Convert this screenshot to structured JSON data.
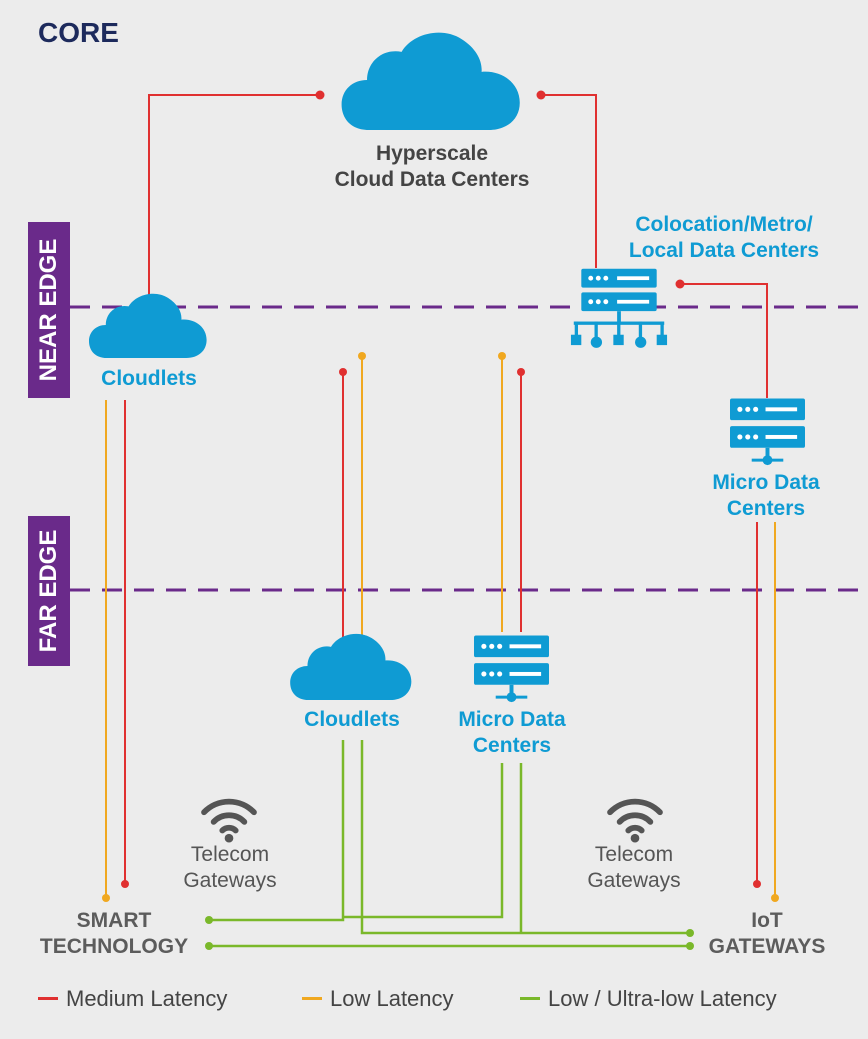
{
  "title": "CORE",
  "bands": {
    "near_edge": "NEAR EDGE",
    "far_edge": "FAR EDGE"
  },
  "nodes": {
    "hyperscale": {
      "line1": "Hyperscale",
      "line2": "Cloud Data Centers",
      "icon": "cloud-icon"
    },
    "colocation": {
      "line1": "Colocation/Metro/",
      "line2": "Local Data Centers",
      "icon": "server-network-icon"
    },
    "cloudlets_near": {
      "label": "Cloudlets",
      "icon": "cloud-icon"
    },
    "micro_near": {
      "line1": "Micro Data",
      "line2": "Centers",
      "icon": "server-icon"
    },
    "cloudlets_far": {
      "label": "Cloudlets",
      "icon": "cloud-icon"
    },
    "micro_far": {
      "line1": "Micro Data",
      "line2": "Centers",
      "icon": "server-icon"
    },
    "telecom_left": {
      "line1": "Telecom",
      "line2": "Gateways",
      "icon": "wifi-icon"
    },
    "telecom_right": {
      "line1": "Telecom",
      "line2": "Gateways",
      "icon": "wifi-icon"
    },
    "smart_tech": {
      "line1": "SMART",
      "line2": "TECHNOLOGY"
    },
    "iot": {
      "line1": "IoT",
      "line2": "GATEWAYS"
    }
  },
  "legend": [
    {
      "label": "Medium Latency",
      "color": "#e03030"
    },
    {
      "label": "Low Latency",
      "color": "#f0a820"
    },
    {
      "label": "Low / Ultra-low Latency",
      "color": "#7ab82a"
    }
  ],
  "colors": {
    "blue": "#0f9bd3",
    "purple": "#6a2a8a",
    "navy": "#1d2a5c",
    "red": "#e03030",
    "yellow": "#f0a820",
    "green": "#7ab82a"
  }
}
